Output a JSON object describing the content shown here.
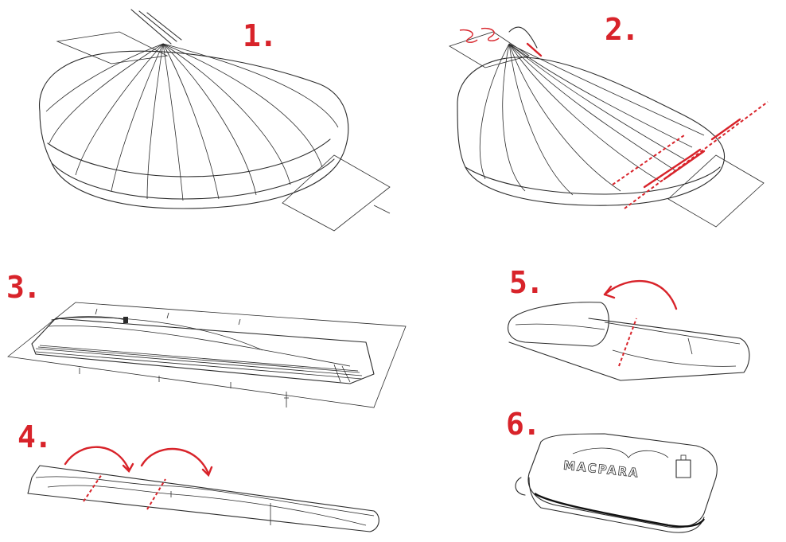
{
  "steps": [
    {
      "label": "1."
    },
    {
      "label": "2."
    },
    {
      "label": "3."
    },
    {
      "label": "4."
    },
    {
      "label": "5."
    },
    {
      "label": "6."
    }
  ],
  "bag_brand": "MACPARA",
  "colors": {
    "accent": "#d8232a",
    "line": "#2b2b2b",
    "background": "#ffffff"
  }
}
